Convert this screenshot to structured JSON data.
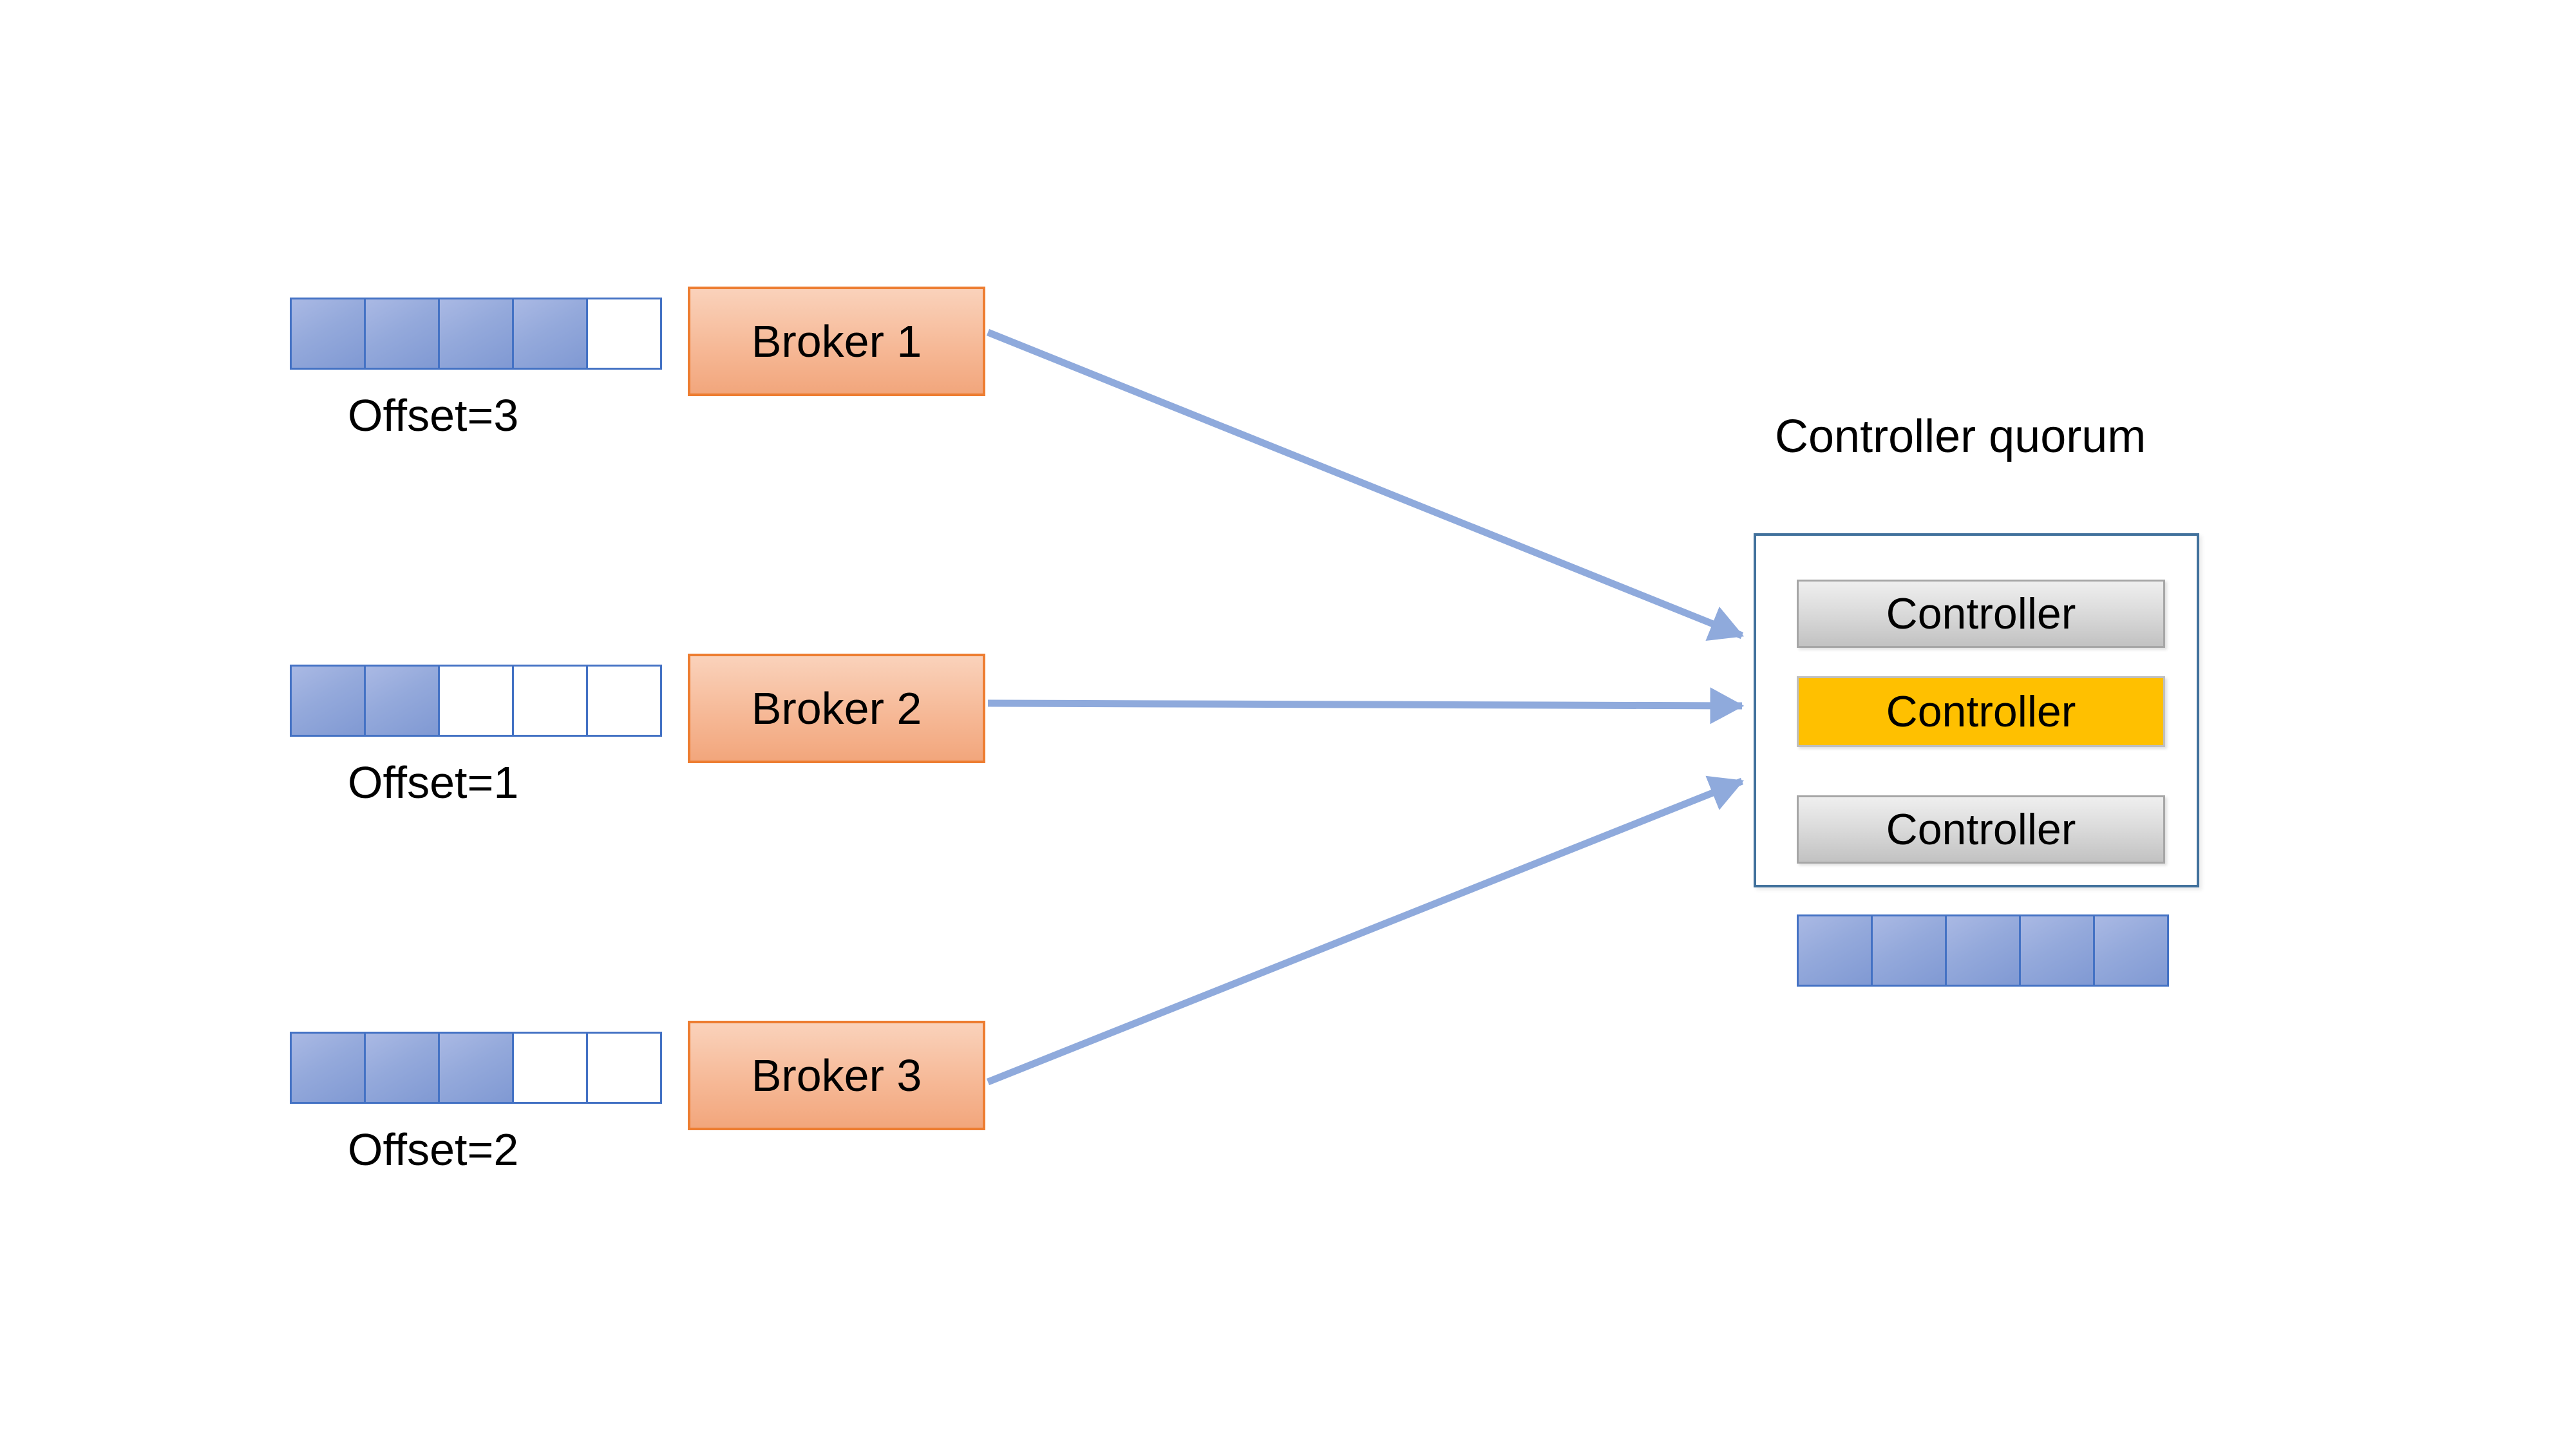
{
  "brokers": [
    {
      "label": "Broker 1",
      "offset_label": "Offset=3",
      "log": [
        1,
        1,
        1,
        1,
        0
      ]
    },
    {
      "label": "Broker 2",
      "offset_label": "Offset=1",
      "log": [
        1,
        1,
        0,
        0,
        0
      ]
    },
    {
      "label": "Broker 3",
      "offset_label": "Offset=2",
      "log": [
        1,
        1,
        1,
        0,
        0
      ]
    }
  ],
  "controller_quorum": {
    "title": "Controller quorum",
    "controllers": [
      {
        "label": "Controller",
        "role": "standby"
      },
      {
        "label": "Controller",
        "role": "active"
      },
      {
        "label": "Controller",
        "role": "standby"
      }
    ],
    "log": [
      1,
      1,
      1,
      1,
      1
    ]
  },
  "colors": {
    "text": "#000000",
    "log_cell_fill": "#8FAADC",
    "log_cell_border": "#4472C4",
    "broker_fill": "#F5B28C",
    "broker_border": "#ED7D31",
    "controller_gray_fill": "#D9D9D9",
    "controller_gray_border": "#A6A6A6",
    "controller_active_fill": "#FFC000",
    "quorum_border": "#41719C",
    "arrow": "#8FAADC"
  }
}
